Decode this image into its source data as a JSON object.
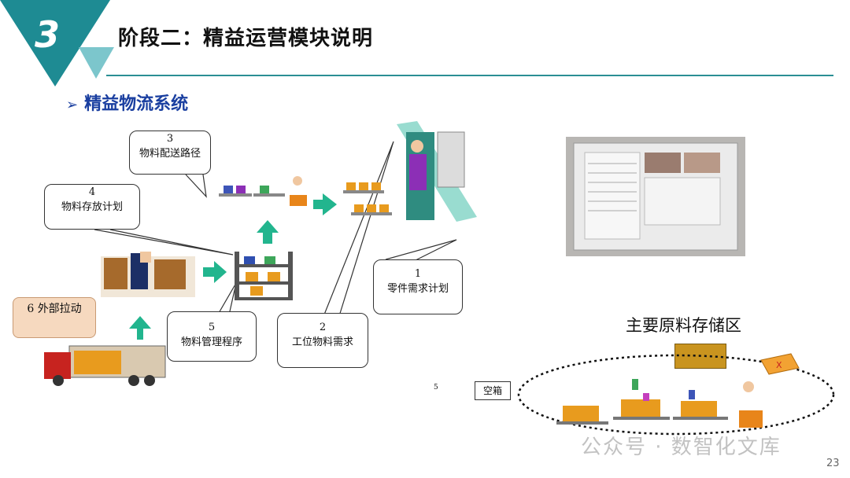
{
  "header": {
    "section_number": "3",
    "title": "阶段二：精益运营模块说明"
  },
  "subtitle": "精益物流系统",
  "bubbles": [
    {
      "num": "3",
      "label": "物料配送路径"
    },
    {
      "num": "4",
      "label": "物料存放计划"
    },
    {
      "num": "6",
      "label": "外部拉动"
    },
    {
      "num": "5",
      "label": "物料管理程序"
    },
    {
      "num": "2",
      "label": "工位物料需求"
    },
    {
      "num": "1",
      "label": "零件需求计划"
    }
  ],
  "storage_area": {
    "title": "主要原料存储区",
    "empty_box_label": "空箱",
    "tiny_number": "5"
  },
  "page_number": "23",
  "watermark": "公众号 · 数智化文库",
  "colors": {
    "teal": "#1e8b93",
    "teal_light": "#5bb9c1",
    "blue_text": "#1a3fa0",
    "green_arrow": "#22b58e",
    "orange_box": "#f6d9bf"
  }
}
